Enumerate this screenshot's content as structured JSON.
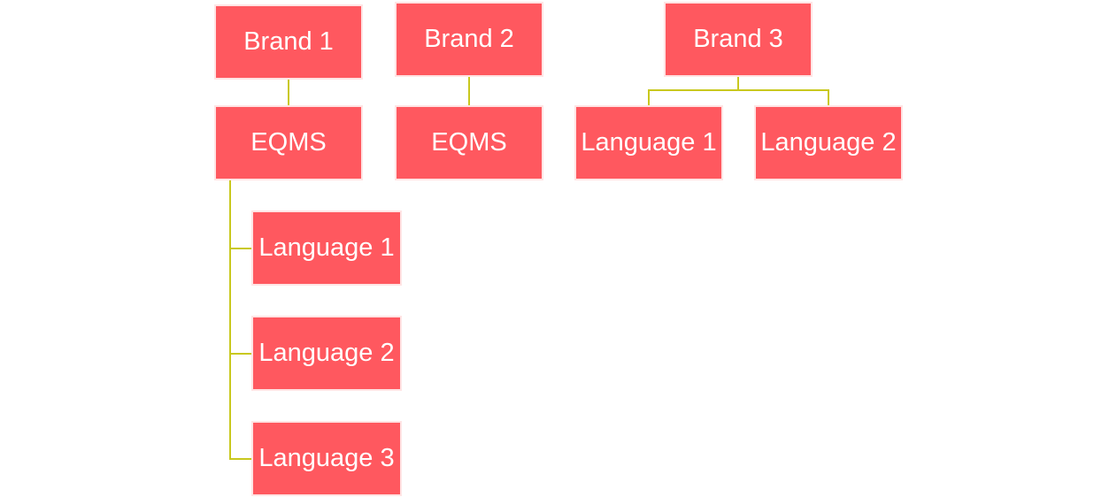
{
  "colors": {
    "node_fill": "#ff585f",
    "node_border": "#ffe4e4",
    "node_text": "#ffffff",
    "connector": "#c9c81e"
  },
  "nodes": {
    "brand1": {
      "label": "Brand 1"
    },
    "brand2": {
      "label": "Brand 2"
    },
    "brand3": {
      "label": "Brand 3"
    },
    "brand1_eqms": {
      "label": "EQMS"
    },
    "brand2_eqms": {
      "label": "EQMS"
    },
    "brand3_language1": {
      "label": "Language 1"
    },
    "brand3_language2": {
      "label": "Language 2"
    },
    "brand1_eqms_language1": {
      "label": "Language 1"
    },
    "brand1_eqms_language2": {
      "label": "Language 2"
    },
    "brand1_eqms_language3": {
      "label": "Language 3"
    }
  },
  "edges": [
    {
      "from": "brand1",
      "to": "brand1_eqms"
    },
    {
      "from": "brand2",
      "to": "brand2_eqms"
    },
    {
      "from": "brand3",
      "to": "brand3_language1"
    },
    {
      "from": "brand3",
      "to": "brand3_language2"
    },
    {
      "from": "brand1_eqms",
      "to": "brand1_eqms_language1"
    },
    {
      "from": "brand1_eqms",
      "to": "brand1_eqms_language2"
    },
    {
      "from": "brand1_eqms",
      "to": "brand1_eqms_language3"
    }
  ]
}
